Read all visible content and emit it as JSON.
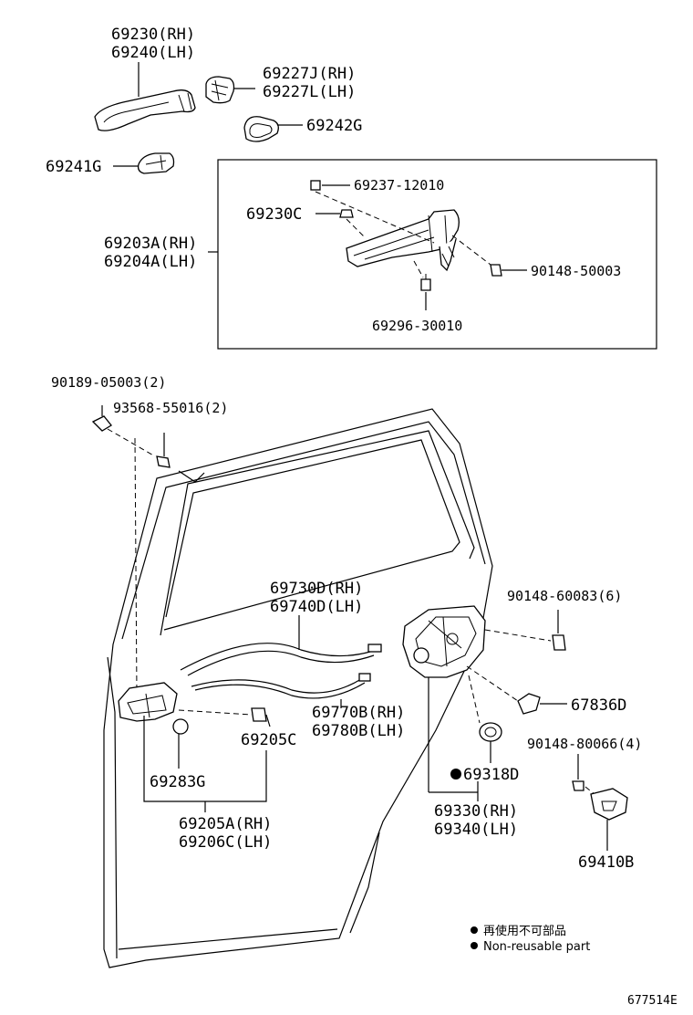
{
  "diagram": {
    "parts": {
      "p69230": "69230(RH)",
      "p69240": "69240(LH)",
      "p69227J": "69227J(RH)",
      "p69227L": "69227L(LH)",
      "p69242G": "69242G",
      "p69241G": "69241G",
      "p69237": "69237-12010",
      "p69230C": "69230C",
      "p69203A": "69203A(RH)",
      "p69204A": "69204A(LH)",
      "p90148_50003": "90148-50003",
      "p69296": "69296-30010",
      "p90189": "90189-05003(2)",
      "p93568": "93568-55016(2)",
      "p69730D": "69730D(RH)",
      "p69740D": "69740D(LH)",
      "p90148_60083": "90148-60083(6)",
      "p67836D": "67836D",
      "p69770B": "69770B(RH)",
      "p69780B": "69780B(LH)",
      "p69205C": "69205C",
      "p69283G": "69283G",
      "p69318D": "69318D",
      "p90148_80066": "90148-80066(4)",
      "p69330": "69330(RH)",
      "p69340": "69340(LH)",
      "p69205A": "69205A(RH)",
      "p69206C": "69206C(LH)",
      "p69410B": "69410B"
    },
    "legend": {
      "line1": "再使用不可部品",
      "line2": "Non-reusable part"
    },
    "ref_number": "677514E"
  }
}
